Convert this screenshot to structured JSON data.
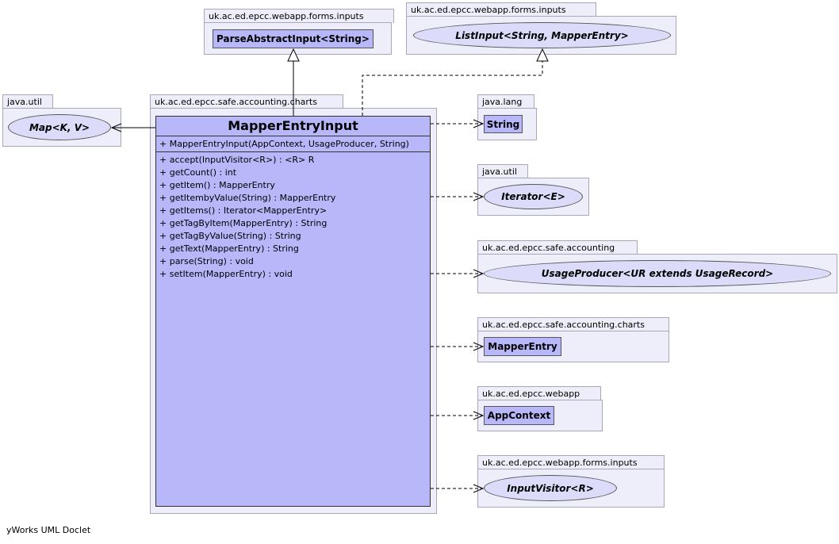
{
  "packages": {
    "pkg_top_left": "uk.ac.ed.epcc.webapp.forms.inputs",
    "pkg_top_right": "uk.ac.ed.epcc.webapp.forms.inputs",
    "pkg_java_util_left": "java.util",
    "pkg_main": "uk.ac.ed.epcc.safe.accounting.charts",
    "pkg_java_lang": "java.lang",
    "pkg_java_util_right": "java.util",
    "pkg_safe_accounting": "uk.ac.ed.epcc.safe.accounting",
    "pkg_safe_charts": "uk.ac.ed.epcc.safe.accounting.charts",
    "pkg_webapp": "uk.ac.ed.epcc.webapp",
    "pkg_inputs_bottom": "uk.ac.ed.epcc.webapp.forms.inputs"
  },
  "classes": {
    "parse_abstract_input": "ParseAbstractInput<String>",
    "list_input": "ListInput<String, MapperEntry>",
    "map": "Map<K, V>",
    "string": "String",
    "iterator": "Iterator<E>",
    "usage_producer": "UsageProducer<UR extends UsageRecord>",
    "mapper_entry": "MapperEntry",
    "app_context": "AppContext",
    "input_visitor": "InputVisitor<R>"
  },
  "main_class": {
    "name": "MapperEntryInput",
    "constructor": "+  MapperEntryInput(AppContext, UsageProducer, String)",
    "methods": [
      "+  accept(InputVisitor<R>) : <R> R",
      "+  getCount() : int",
      "+  getItem() : MapperEntry",
      "+  getItembyValue(String) : MapperEntry",
      "+  getItems() : Iterator<MapperEntry>",
      "+  getTagByItem(MapperEntry) : String",
      "+  getTagByValue(String) : String",
      "+  getText(MapperEntry) : String",
      "+  parse(String) : void",
      "+  setItem(MapperEntry) : void"
    ]
  },
  "footer": "yWorks UML Doclet"
}
